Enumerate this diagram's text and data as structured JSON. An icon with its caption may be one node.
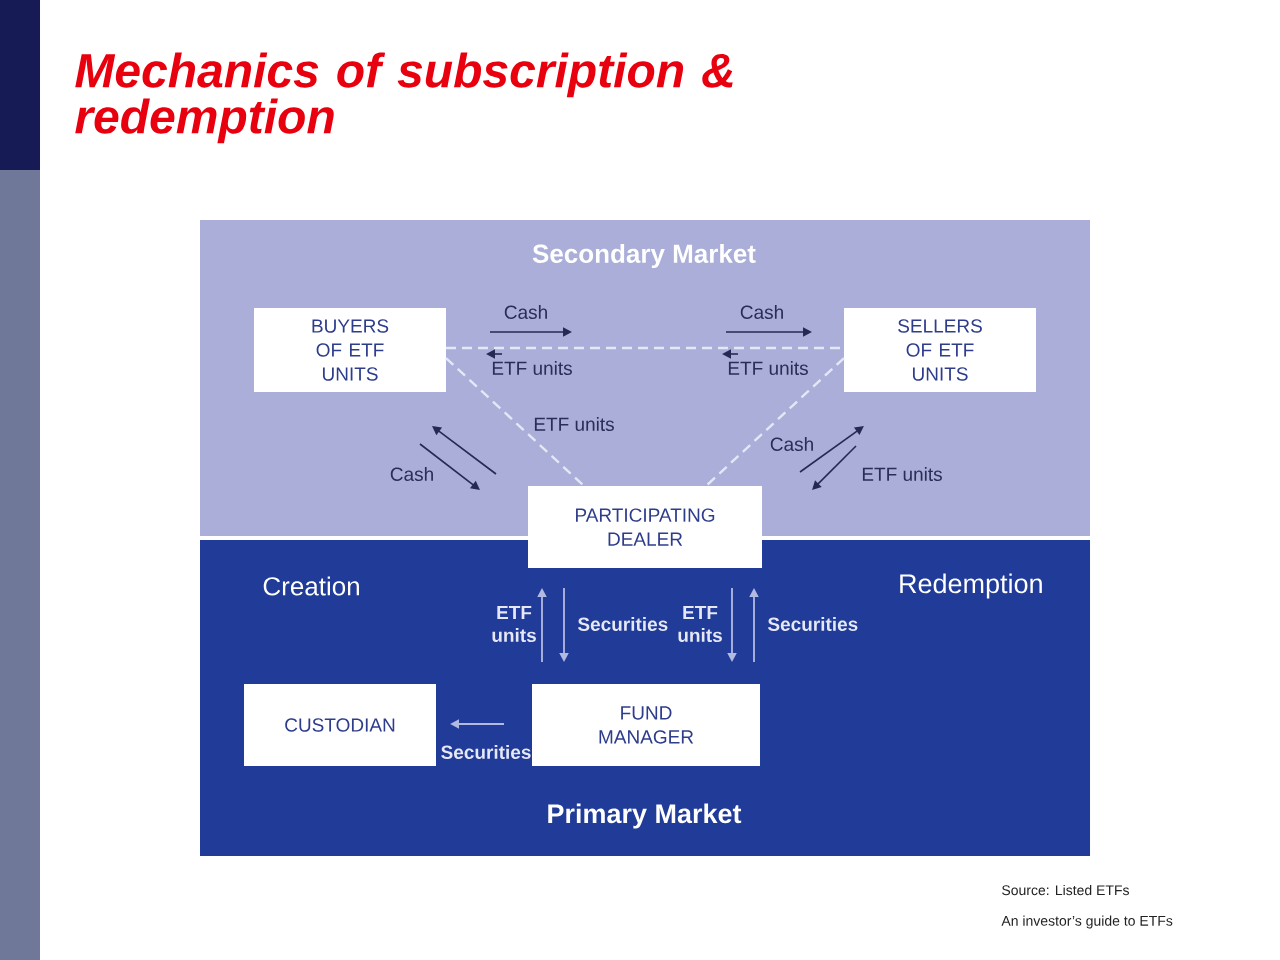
{
  "diagram": {
    "title": "Mechanics of subscription & redemption",
    "nodes": [
      {
        "text": [
          "Secondary Market"
        ]
      },
      {
        "text": [
          "BUYERS OF ETF UNITS"
        ],
        "in": 0
      },
      {
        "text": [
          "SELLERS OF ETF UNITS"
        ],
        "in": 0
      },
      {
        "text": [
          "PARTICIPATING DEALER"
        ]
      },
      {
        "text": [
          "Creation",
          "Redemption",
          "Primary Market"
        ]
      },
      {
        "text": [
          "CUSTODIAN"
        ],
        "in": 4
      },
      {
        "text": [
          "FUND MANAGER"
        ],
        "in": 4
      }
    ],
    "edges": [
      {
        "from": 1,
        "to": 2,
        "arrow": "none",
        "style": "dashed",
        "color": "#e4e7f5"
      },
      {
        "from": 1,
        "to": 3,
        "arrow": "none",
        "style": "dashed",
        "color": "#e4e7f5"
      },
      {
        "from": 2,
        "to": 3,
        "arrow": "none",
        "style": "dashed",
        "color": "#e4e7f5"
      },
      {
        "from": 6,
        "to": 3,
        "arrow": "to",
        "label": "ETF units"
      },
      {
        "from": 3,
        "to": 6,
        "arrow": "to",
        "label": "Securities"
      },
      {
        "from": 3,
        "to": 6,
        "arrow": "to",
        "label": "ETF units"
      },
      {
        "from": 6,
        "to": 3,
        "arrow": "to",
        "label": "Securities"
      },
      {
        "from": 6,
        "to": 5,
        "arrow": "to",
        "label": "Securities"
      }
    ],
    "labels": [
      "Cash",
      "Cash",
      "ETF units",
      "ETF units",
      "ETF units",
      "Cash",
      "Cash",
      "ETF units",
      "Source: Listed ETFs",
      "An investor’s guide to ETFs"
    ]
  }
}
